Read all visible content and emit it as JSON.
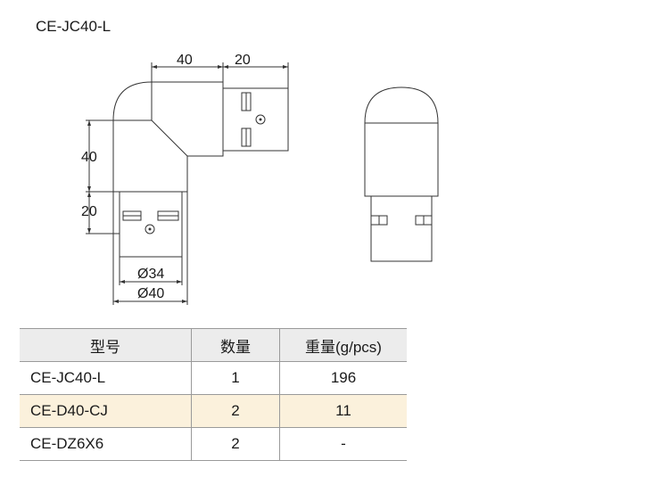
{
  "title": "CE-JC40-L",
  "dimensions": {
    "top_width": "40",
    "top_ext": "20",
    "left_height": "40",
    "left_ext": "20",
    "inner_dia": "Ø34",
    "outer_dia": "Ø40"
  },
  "table": {
    "headers": [
      "型号",
      "数量",
      "重量(g/pcs)"
    ],
    "rows": [
      {
        "model": "CE-JC40-L",
        "qty": "1",
        "weight": "196"
      },
      {
        "model": "CE-D40-CJ",
        "qty": "2",
        "weight": "11"
      },
      {
        "model": "CE-DZ6X6",
        "qty": "2",
        "weight": "-"
      }
    ],
    "highlight_color": "#fbf1dc",
    "header_color": "#ececec"
  }
}
